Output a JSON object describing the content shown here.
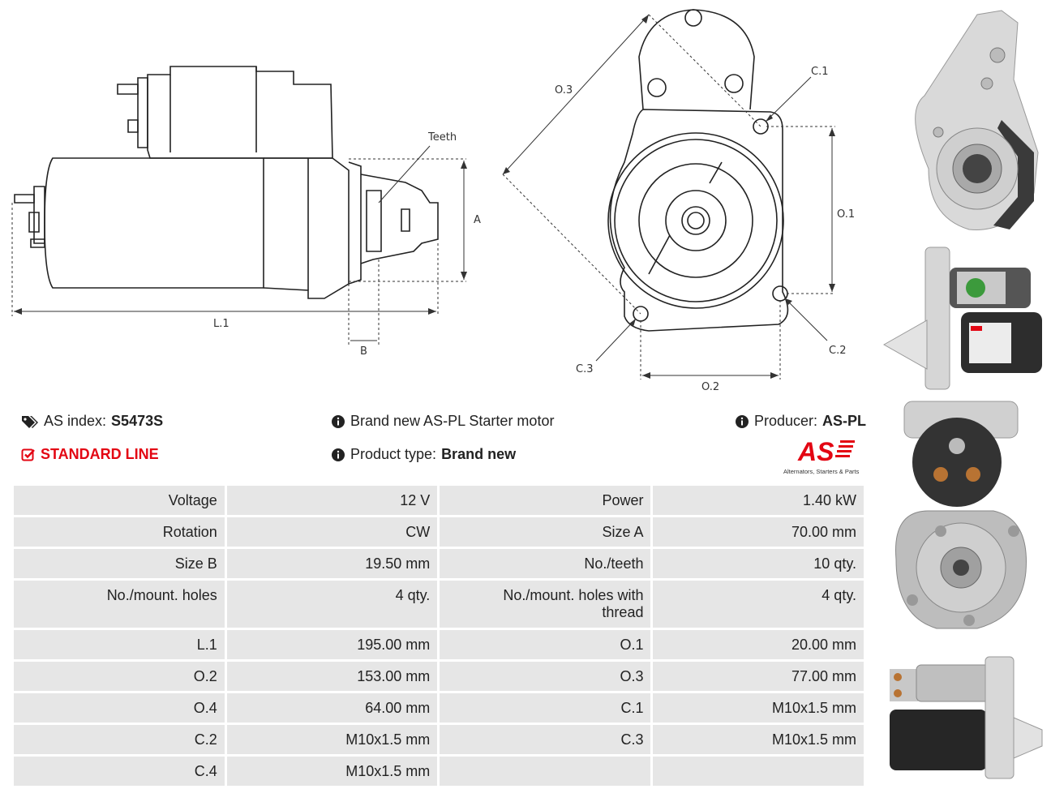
{
  "diagram": {
    "labels": {
      "teeth": "Teeth",
      "a": "A",
      "l1": "L.1",
      "b": "B",
      "o3": "O.3",
      "c1": "C.1",
      "o1": "O.1",
      "c2": "C.2",
      "c3": "C.3",
      "o2": "O.2"
    }
  },
  "info": {
    "as_index_label": "AS index:",
    "as_index_value": "S5473S",
    "standard_line": "STANDARD LINE",
    "description": "Brand new AS-PL Starter motor",
    "product_type_label": "Product type:",
    "product_type_value": "Brand new",
    "producer_label": "Producer:",
    "producer_value": "AS-PL",
    "logo_text": "AS",
    "logo_tagline": "Alternators, Starters & Parts"
  },
  "specs": [
    [
      "Voltage",
      "12 V",
      "Power",
      "1.40 kW"
    ],
    [
      "Rotation",
      "CW",
      "Size A",
      "70.00 mm"
    ],
    [
      "Size B",
      "19.50 mm",
      "No./teeth",
      "10 qty."
    ],
    [
      "No./mount. holes",
      "4 qty.",
      "No./mount. holes with thread",
      "4 qty."
    ],
    [
      "L.1",
      "195.00 mm",
      "O.1",
      "20.00 mm"
    ],
    [
      "O.2",
      "153.00 mm",
      "O.3",
      "77.00 mm"
    ],
    [
      "O.4",
      "64.00 mm",
      "C.1",
      "M10x1.5 mm"
    ],
    [
      "C.2",
      "M10x1.5 mm",
      "C.3",
      "M10x1.5 mm"
    ],
    [
      "C.4",
      "M10x1.5 mm",
      "",
      ""
    ]
  ],
  "colors": {
    "accent": "#e30613",
    "table_cell": "#e6e6e6",
    "text": "#222222"
  },
  "photos": [
    "starter-front-photo",
    "starter-side-photo",
    "starter-rear-photo",
    "starter-angle-photo"
  ]
}
